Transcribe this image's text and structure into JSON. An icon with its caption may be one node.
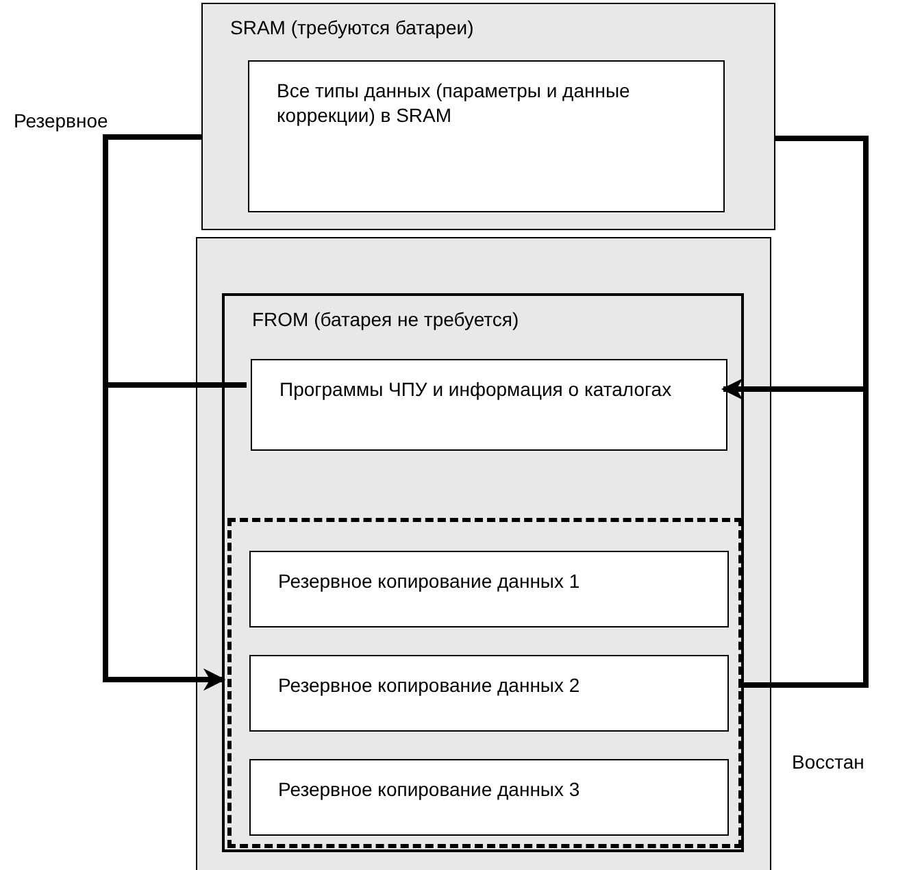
{
  "diagram": {
    "nodes": [
      {
        "text": [
          "SRAM (требуются батареи)"
        ]
      },
      {
        "text": [
          "Все типы данных (параметры и данные коррекции) в SRAM"
        ],
        "in": 0
      },
      {
        "text": [],
        "shape": "box"
      },
      {
        "text": [
          "FROM (батарея не требуется)"
        ],
        "in": 2
      },
      {
        "text": [
          "Программы ЧПУ и информация о каталогах"
        ],
        "in": 3
      },
      {
        "text": [],
        "shape": "box",
        "in": 3
      },
      {
        "text": [
          "Резервное копирование данных 1"
        ],
        "in": 5
      },
      {
        "text": [
          "Резервное копирование данных 2"
        ],
        "in": 5
      },
      {
        "text": [
          "Резервное копирование данных 3"
        ],
        "in": 5
      }
    ],
    "edges": [
      {
        "from": 0,
        "to": 5,
        "arrow": "to"
      },
      {
        "from": 4,
        "to": 5,
        "arrow": "to"
      },
      {
        "from": 5,
        "to": 0,
        "arrow": "none"
      },
      {
        "from": 5,
        "to": 4,
        "arrow": "to"
      }
    ],
    "labels": [
      "Резервное",
      "Восстан"
    ]
  }
}
